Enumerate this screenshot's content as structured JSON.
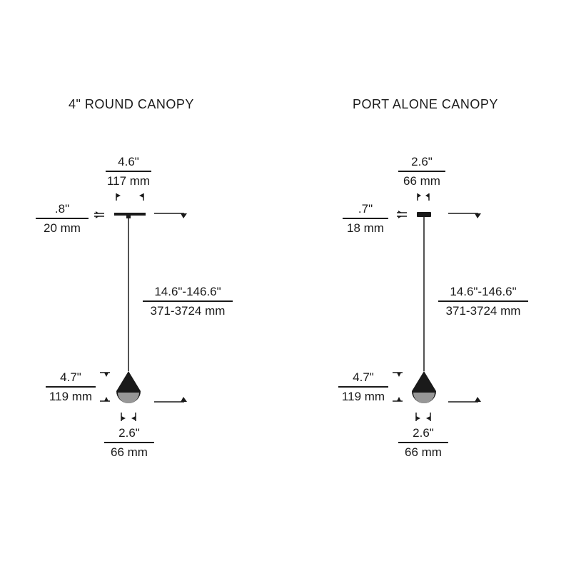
{
  "panels": [
    {
      "title": "4\" ROUND CANOPY",
      "canopy_width": {
        "inch": "4.6\"",
        "mm": "117 mm"
      },
      "canopy_height": {
        "inch": ".8\"",
        "mm": "20 mm"
      },
      "overall_length": {
        "inch": "14.6\"-146.6\"",
        "mm": "371-3724 mm"
      },
      "shade_height": {
        "inch": "4.7\"",
        "mm": "119 mm"
      },
      "shade_width": {
        "inch": "2.6\"",
        "mm": "66 mm"
      }
    },
    {
      "title": "PORT ALONE CANOPY",
      "canopy_width": {
        "inch": "2.6\"",
        "mm": "66 mm"
      },
      "canopy_height": {
        "inch": ".7\"",
        "mm": "18 mm"
      },
      "overall_length": {
        "inch": "14.6\"-146.6\"",
        "mm": "371-3724 mm"
      },
      "shade_height": {
        "inch": "4.7\"",
        "mm": "119 mm"
      },
      "shade_width": {
        "inch": "2.6\"",
        "mm": "66 mm"
      }
    }
  ],
  "colors": {
    "line": "#1a1a1a",
    "background": "#ffffff"
  },
  "icons": [
    "dimension-arrow-icon",
    "pendant-light-icon"
  ]
}
